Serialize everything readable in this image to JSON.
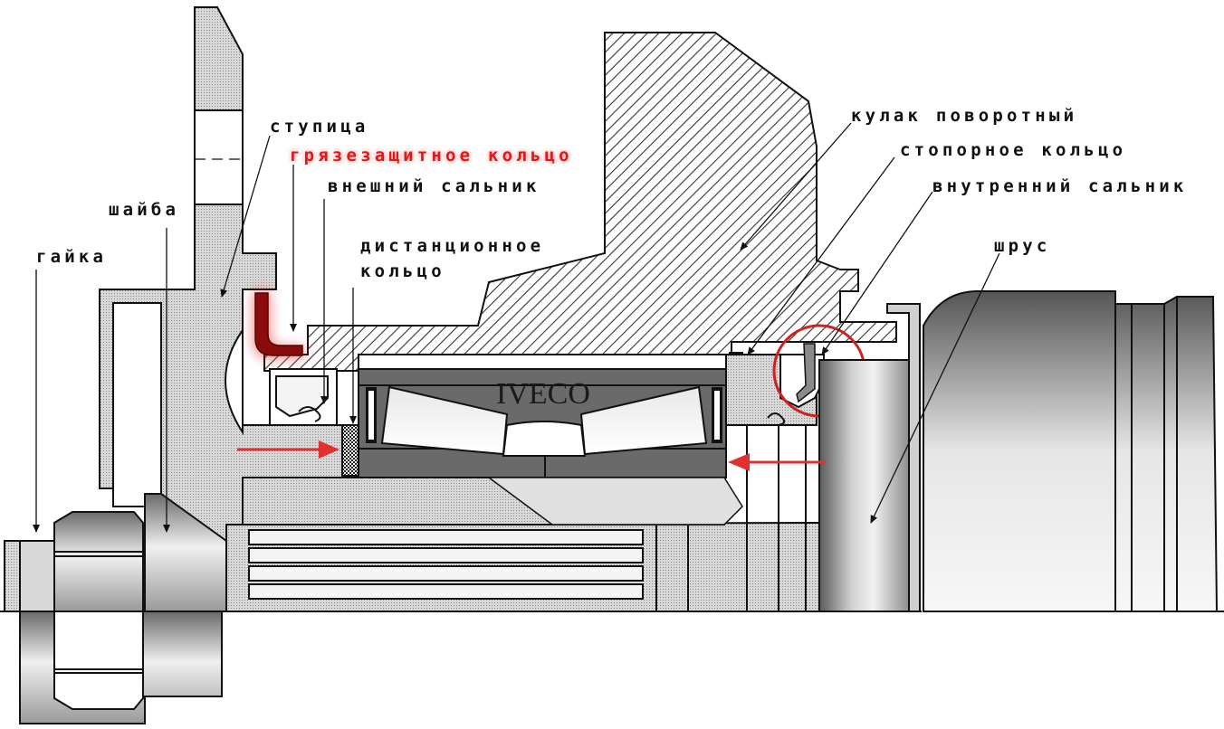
{
  "labels": {
    "stupitsa": "ступица",
    "gryazezashchitnoe": "грязезащитное кольцо",
    "vneshniy_salnik": "внешний сальник",
    "shayba": "шайба",
    "gayka": "гайка",
    "distantsionnoe_1": "дистанционное",
    "distantsionnoe_2": "кольцо",
    "kulak": "кулак поворотный",
    "stopornoe": "стопорное кольцо",
    "vnutrenniy_salnik": "внутренний сальник",
    "shrus": "шрус",
    "brand": "IVECO"
  },
  "colors": {
    "highlight": "#e01818",
    "seal_dark": "#8b0c0c",
    "part_fill": "#d2d2d2",
    "bearing_dark": "#6a6a6a"
  }
}
